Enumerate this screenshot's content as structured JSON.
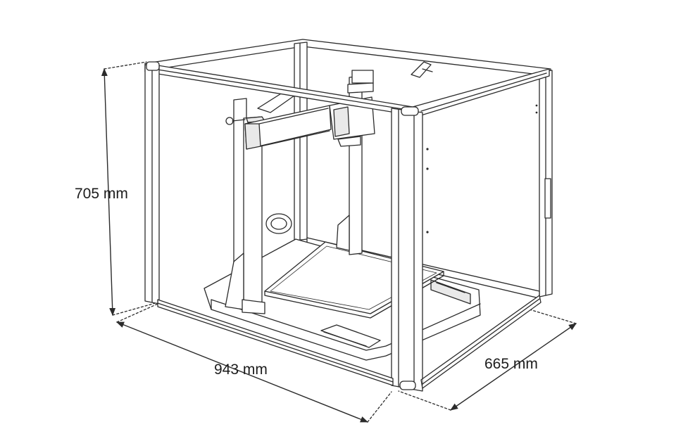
{
  "diagram": {
    "subject": "3D printer enclosure line drawing",
    "dimensions": {
      "height": "705 mm",
      "width": "943 mm",
      "depth": "665 mm"
    }
  },
  "colors": {
    "line": "#2b2b2b",
    "fill": "#ffffff",
    "shade": "#e9e9e9",
    "dashed": "#2b2b2b"
  }
}
